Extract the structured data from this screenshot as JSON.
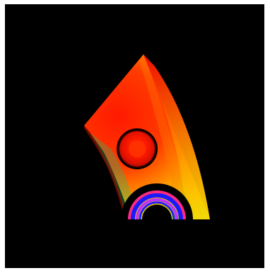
{
  "scene": {
    "background_color": "#000000",
    "frame_color": "#ffffff",
    "palette": {
      "hot": "#ff0000",
      "warm": "#ff8a00",
      "mid": "#ffd000",
      "cool": "#00d060",
      "cold": "#0000ff",
      "violet": "#9a00ff"
    },
    "elements": {
      "sector_body": "colormapped-annular-sector",
      "hotspot": "circular-inclusion",
      "arch": "semicircular-ring-bands"
    }
  }
}
